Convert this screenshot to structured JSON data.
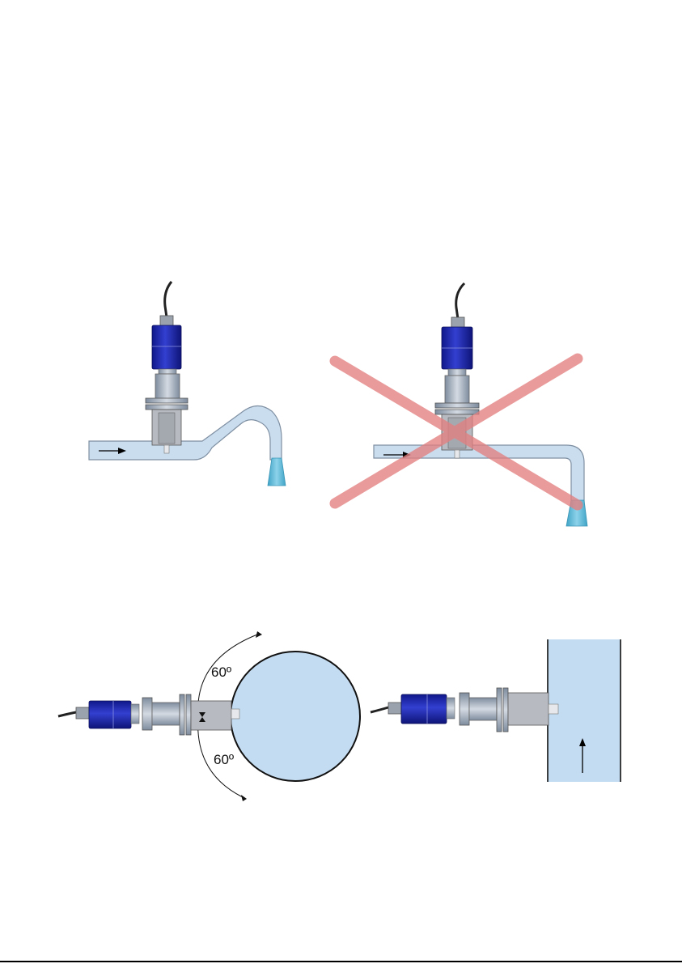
{
  "figures": [
    {
      "id": "correct-installation",
      "description_hidden": true
    },
    {
      "id": "incorrect-installation"
    },
    {
      "id": "angled-installation",
      "angle_upper": "60º",
      "angle_lower": "60º"
    },
    {
      "id": "side-installation"
    }
  ],
  "colors": {
    "sensor_body": "#1F2AA8",
    "pipe_fill": "#C5DCEE",
    "water": "#5BB8D4",
    "cross_mark": "#E68080",
    "steel": "#B8BCC0"
  },
  "icons": [
    "flow-arrow-icon",
    "rotation-arrow-icon",
    "cross-out-icon"
  ]
}
